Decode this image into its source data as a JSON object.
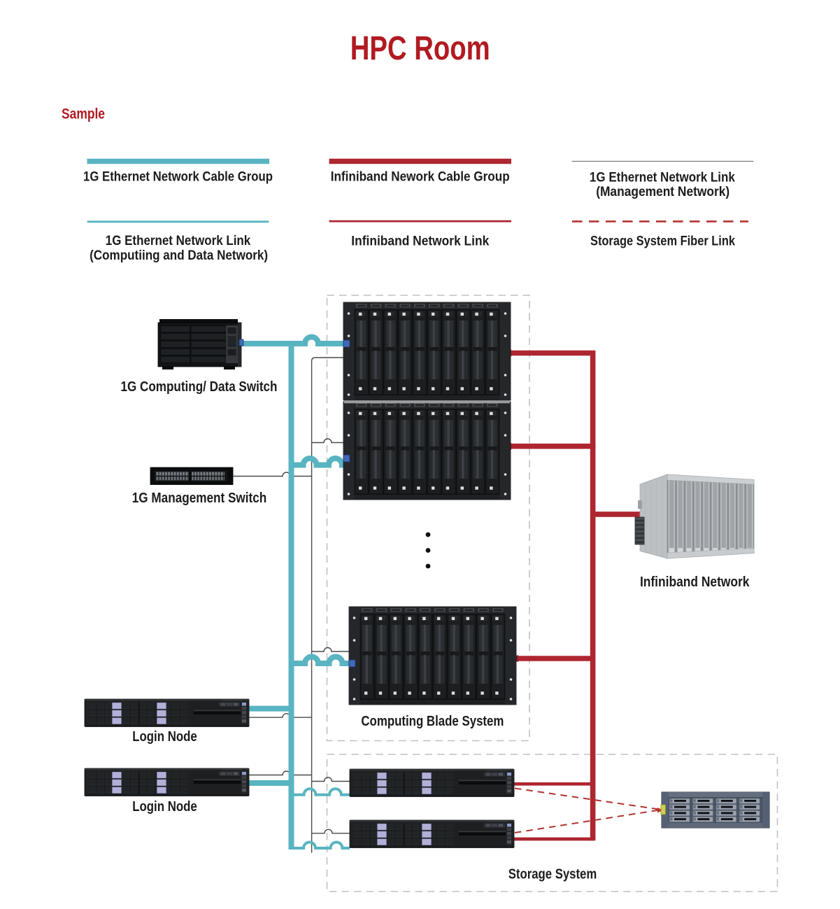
{
  "title": "HPC Room",
  "watermark": "Sample",
  "legend": {
    "items": [
      {
        "id": "eth-cable-group",
        "style": "teal-thick",
        "label": "1G Ethernet Network Cable Group"
      },
      {
        "id": "ib-cable-group",
        "style": "red-thick",
        "label": "Infiniband Nework Cable Group"
      },
      {
        "id": "eth-link-mgmt",
        "style": "gray-thin",
        "label": "1G Ethernet Network Link",
        "line2": "(Management Network)"
      },
      {
        "id": "eth-link-comp",
        "style": "teal-thin",
        "label": "1G Ethernet Network Link",
        "line2": "(Computiing and Data Network)"
      },
      {
        "id": "ib-link",
        "style": "red-thin",
        "label": "Infiniband Network Link"
      },
      {
        "id": "storage-fiber-link",
        "style": "red-dashed",
        "label": "Storage System Fiber Link"
      }
    ]
  },
  "devices": {
    "computing_switch": {
      "label": "1G Computing/ Data Switch"
    },
    "management_switch": {
      "label": "1G Management Switch"
    },
    "login_node_1": {
      "label": "Login Node"
    },
    "login_node_2": {
      "label": "Login Node"
    },
    "computing_blade_system": {
      "label": "Computing Blade System"
    },
    "infiniband_network": {
      "label": "Infiniband Network"
    },
    "storage_system": {
      "label": "Storage System"
    }
  },
  "colors": {
    "title_red": "#b11a21",
    "cable_red": "#ae2630",
    "fiber_dashed_red": "#b23431",
    "teal": "#59b4c1",
    "management_gray": "#4a4a4a",
    "group_box_border": "#c1c1c1",
    "label_text": "#1c1c1c"
  }
}
